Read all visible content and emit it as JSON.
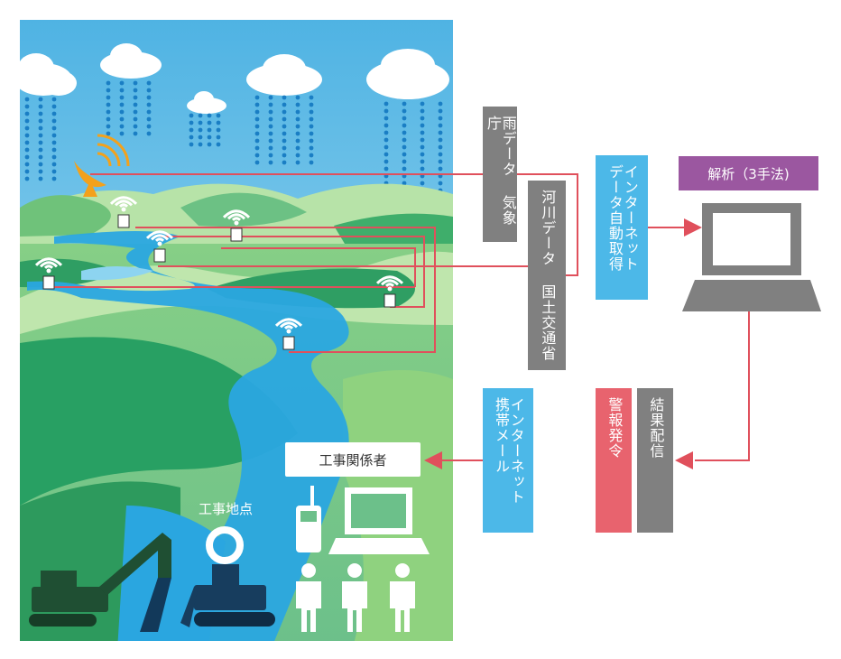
{
  "labels": {
    "rain_data": "雨データ 気象庁",
    "river_data": "河川データ 国土交通省",
    "internet_in": "インターネット データ自動取得",
    "analysis": "解析（3手法)",
    "result_delivery": "結果配信",
    "warning": "警報発令",
    "internet_out": "インターネット 携帯メール",
    "stakeholders": "工事関係者",
    "site": "工事地点"
  },
  "colors": {
    "gray": "#808080",
    "blue_box": "#4cb8e8",
    "purple": "#9b57a0",
    "red_box": "#e8636e",
    "arrow": "#e0505c",
    "sky": "#5bb6e0",
    "river": "#2aa6e0",
    "green_light": "#9fd69a",
    "green_dark": "#2e9e5e"
  },
  "icons": [
    "satellite-dish-icon",
    "wifi-sensor-icon",
    "laptop-icon",
    "mobile-phone-icon",
    "person-icon",
    "excavator-icon",
    "bulldozer-icon",
    "site-ring-icon",
    "cloud-icon"
  ]
}
